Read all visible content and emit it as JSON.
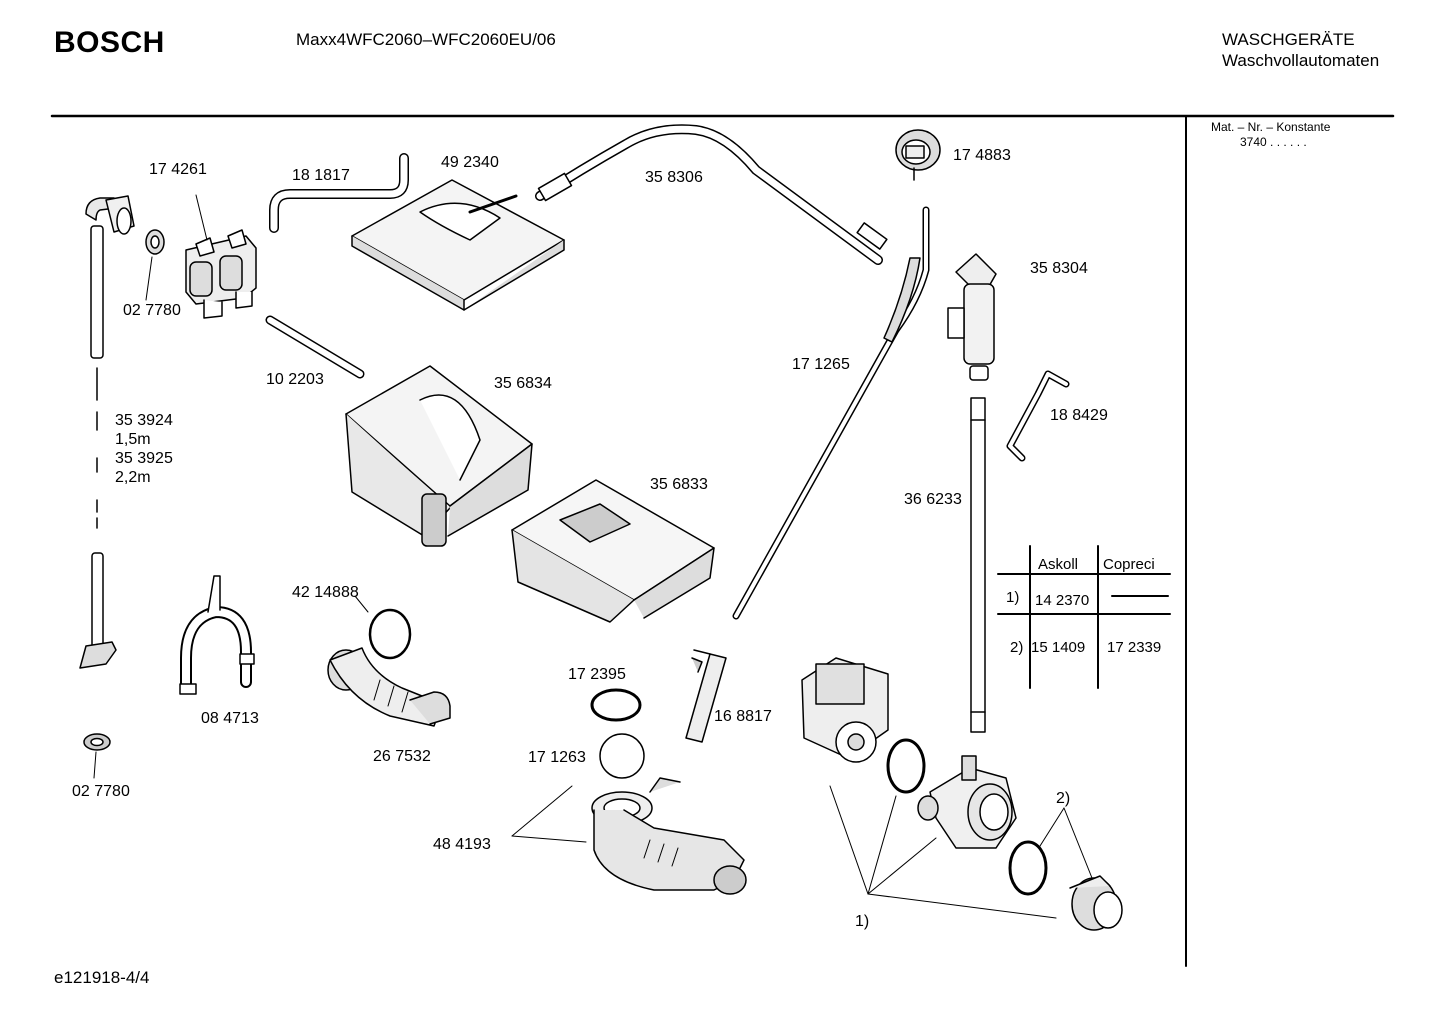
{
  "header": {
    "brand": "BOSCH",
    "model": "Maxx4WFC2060–WFC2060EU/06",
    "category_line1": "WASCHGERÄTE",
    "category_line2": "Waschvollautomaten"
  },
  "sidebar": {
    "title": "Mat. – Nr. – Konstante",
    "value": "3740  .  .  .  .  .  ."
  },
  "footer": {
    "code": "e121918-4/4"
  },
  "parts": {
    "p174261": "17 4261",
    "p181817": "18 1817",
    "p492340": "49 2340",
    "p358306": "35 8306",
    "p174883": "17 4883",
    "p358304": "35 8304",
    "p027780a": "02 7780",
    "p102203": "10 2203",
    "p356834": "35 6834",
    "p171265": "17 1265",
    "p188429": "18 8429",
    "p353924": "35 3924",
    "len1": "1,5m",
    "p353925": "35 3925",
    "len2": "2,2m",
    "p356833": "35 6833",
    "p366233": "36 6233",
    "p421488": "42 14888",
    "p172395": "17 2395",
    "p168817": "16 8817",
    "p084713": "08 4713",
    "p267532": "26 7532",
    "p171263": "17 1263",
    "p027780b": "02 7780",
    "p484193": "48 4193",
    "note1": "1)",
    "note2": "2)"
  },
  "variant_table": {
    "headers": [
      "Askoll",
      "Copreci"
    ],
    "rows": [
      {
        "marker": "1)",
        "askoll": "14 2370",
        "copreci": ""
      },
      {
        "marker": "2)",
        "askoll": "15 1409",
        "copreci": "17 2339"
      }
    ]
  }
}
